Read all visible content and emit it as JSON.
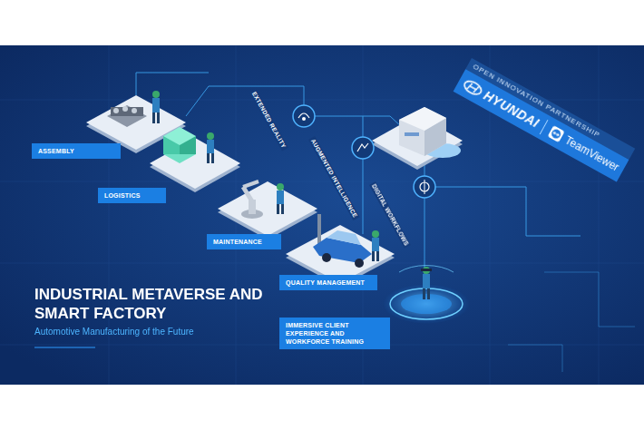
{
  "diagram": {
    "title": "INDUSTRIAL METAVERSE AND SMART FACTORY",
    "caption": "Automotive Manufacturing of the Future",
    "nodes": [
      {
        "text": [
          "OPEN INNOVATION PARTNERSHIP",
          "HYUNDAI",
          "TeamViewer"
        ]
      },
      {
        "text": [
          "ASSEMBLY"
        ]
      },
      {
        "text": [
          "LOGISTICS"
        ]
      },
      {
        "text": [
          "MAINTENANCE"
        ]
      },
      {
        "text": [
          "QUALITY MANAGEMENT"
        ]
      },
      {
        "text": [
          "IMMERSIVE CLIENT EXPERIENCE AND WORKFORCE TRAINING"
        ]
      }
    ],
    "labels": [
      "EXTENDED REALITY",
      "AUGMENTED INTELLIGENCE",
      "DIGITAL WORKFLOWS"
    ]
  }
}
